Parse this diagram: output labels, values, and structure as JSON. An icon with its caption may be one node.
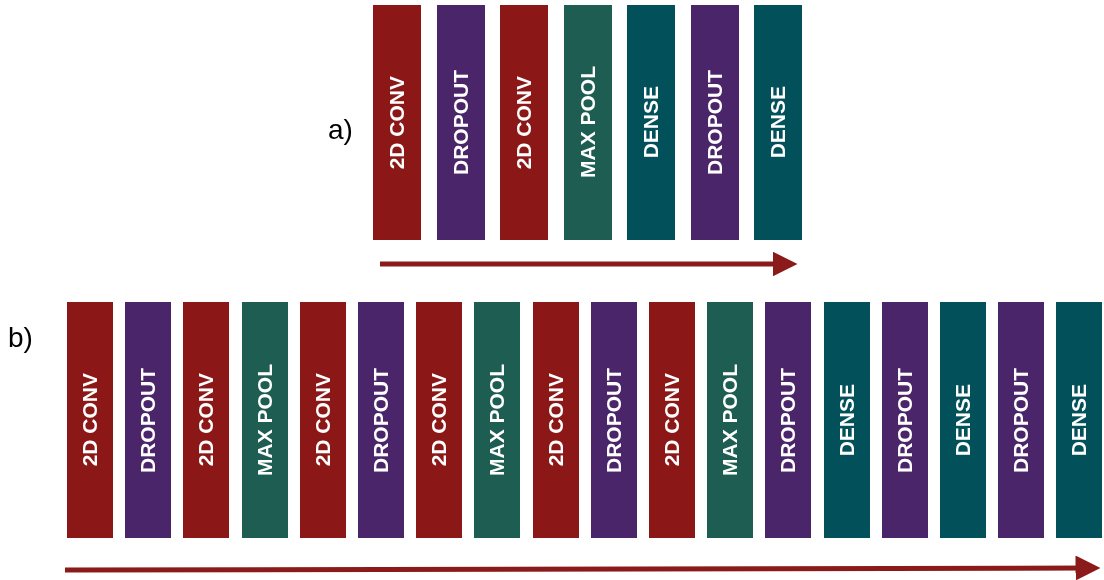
{
  "diagram": {
    "nodes": [
      {
        "text": [
          "2D CONV"
        ]
      },
      {
        "text": [
          "DROPOUT"
        ]
      },
      {
        "text": [
          "2D CONV"
        ]
      },
      {
        "text": [
          "MAX POOL"
        ]
      },
      {
        "text": [
          "DENSE"
        ]
      },
      {
        "text": [
          "DROPOUT"
        ]
      },
      {
        "text": [
          "DENSE"
        ]
      },
      {
        "text": [
          "2D CONV"
        ]
      },
      {
        "text": [
          "DROPOUT"
        ]
      },
      {
        "text": [
          "2D CONV"
        ]
      },
      {
        "text": [
          "MAX POOL"
        ]
      },
      {
        "text": [
          "2D CONV"
        ]
      },
      {
        "text": [
          "DROPOUT"
        ]
      },
      {
        "text": [
          "2D CONV"
        ]
      },
      {
        "text": [
          "MAX POOL"
        ]
      },
      {
        "text": [
          "2D CONV"
        ]
      },
      {
        "text": [
          "DROPOUT"
        ]
      },
      {
        "text": [
          "2D CONV"
        ]
      },
      {
        "text": [
          "MAX POOL"
        ]
      },
      {
        "text": [
          "DROPOUT"
        ]
      },
      {
        "text": [
          "DENSE"
        ]
      },
      {
        "text": [
          "DROPOUT"
        ]
      },
      {
        "text": [
          "DENSE"
        ]
      },
      {
        "text": [
          "DROPOUT"
        ]
      },
      {
        "text": [
          "DENSE"
        ]
      }
    ],
    "labels": [
      "a)",
      "b)"
    ]
  }
}
